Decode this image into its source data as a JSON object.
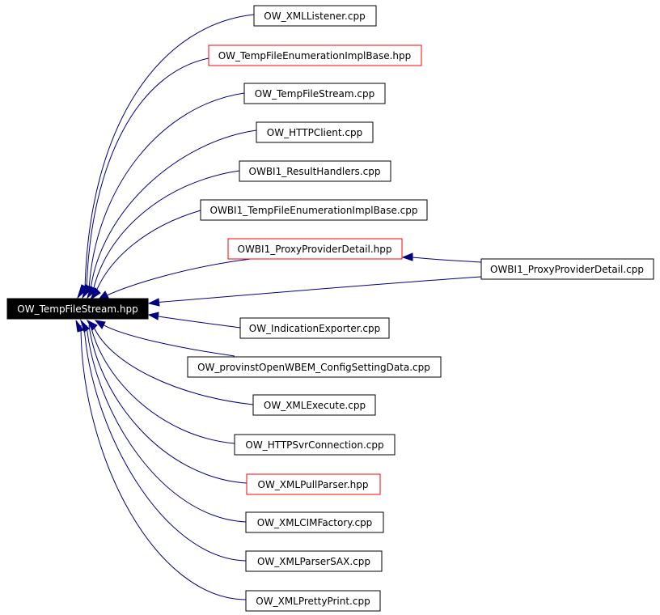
{
  "diagram": {
    "root": "OW_TempFileStream.hpp",
    "nodes": [
      {
        "id": "n1",
        "label": "OW_XMLListener.cpp",
        "border": "#000000"
      },
      {
        "id": "n2",
        "label": "OW_TempFileEnumerationImplBase.hpp",
        "border": "#ff0000"
      },
      {
        "id": "n3",
        "label": "OW_TempFileStream.cpp",
        "border": "#000000"
      },
      {
        "id": "n4",
        "label": "OW_HTTPClient.cpp",
        "border": "#000000"
      },
      {
        "id": "n5",
        "label": "OWBI1_ResultHandlers.cpp",
        "border": "#000000"
      },
      {
        "id": "n6",
        "label": "OWBI1_TempFileEnumerationImplBase.cpp",
        "border": "#000000"
      },
      {
        "id": "n7",
        "label": "OWBI1_ProxyProviderDetail.hpp",
        "border": "#ff0000"
      },
      {
        "id": "n8",
        "label": "OWBI1_ProxyProviderDetail.cpp",
        "border": "#000000"
      },
      {
        "id": "n9",
        "label": "OW_IndicationExporter.cpp",
        "border": "#000000"
      },
      {
        "id": "n10",
        "label": "OW_provinstOpenWBEM_ConfigSettingData.cpp",
        "border": "#000000"
      },
      {
        "id": "n11",
        "label": "OW_XMLExecute.cpp",
        "border": "#000000"
      },
      {
        "id": "n12",
        "label": "OW_HTTPSvrConnection.cpp",
        "border": "#000000"
      },
      {
        "id": "n13",
        "label": "OW_XMLPullParser.hpp",
        "border": "#ff0000"
      },
      {
        "id": "n14",
        "label": "OW_XMLCIMFactory.cpp",
        "border": "#000000"
      },
      {
        "id": "n15",
        "label": "OW_XMLParserSAX.cpp",
        "border": "#000000"
      },
      {
        "id": "n16",
        "label": "OW_XMLPrettyPrint.cpp",
        "border": "#000000"
      }
    ],
    "edge_color": "#000080"
  }
}
